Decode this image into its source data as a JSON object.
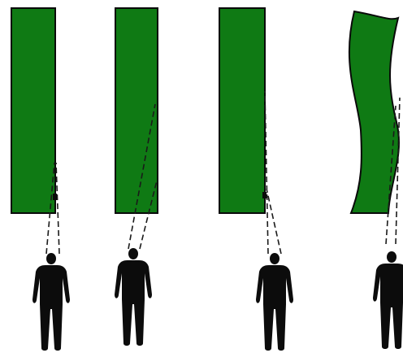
{
  "colors": {
    "background": "#ffffff",
    "panel_fill": "#0f7a14",
    "panel_stroke": "#0a0a0a",
    "person_fill": "#0c0c0c",
    "sight_line": "#1a1a1a"
  },
  "icons": {
    "person": "person-silhouette-icon"
  },
  "panels": [
    {
      "id": "flat-panel-1",
      "shape": "straight"
    },
    {
      "id": "flat-panel-2",
      "shape": "straight"
    },
    {
      "id": "flat-panel-3",
      "shape": "straight"
    },
    {
      "id": "curved-panel-4",
      "shape": "wavy"
    }
  ],
  "viewers": [
    {
      "id": "viewer-1"
    },
    {
      "id": "viewer-2"
    },
    {
      "id": "viewer-3"
    },
    {
      "id": "viewer-4"
    }
  ]
}
